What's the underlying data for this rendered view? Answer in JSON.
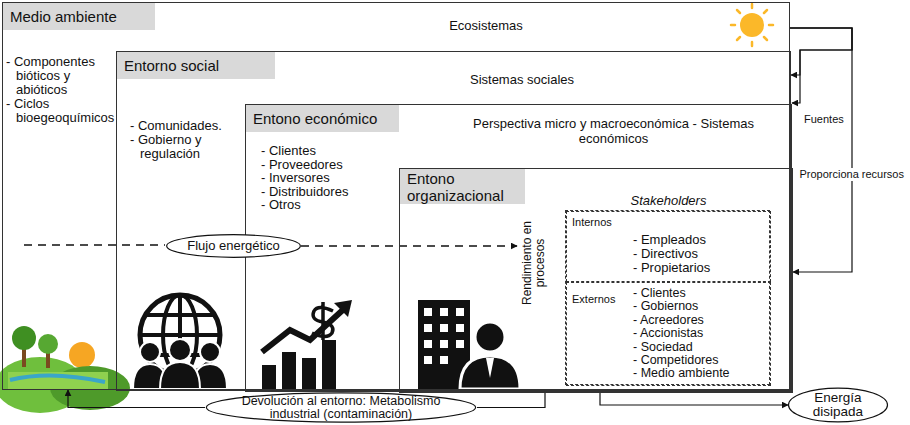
{
  "diagram": {
    "nodes": [
      {
        "text": [
          "Medio ambiente",
          "Ecosistemas",
          "- Componentes bióticos y abióticos",
          "- Ciclos bioegeoquímicos"
        ]
      },
      {
        "text": [
          "Entorno social",
          "Sistemas sociales",
          "- Comunidades.",
          "- Gobierno y regulación"
        ],
        "in": 0
      },
      {
        "text": [
          "Entono económico",
          "Perspectiva micro y macroeconómica - Sistemas económicos",
          "- Clientes",
          "- Proveedores",
          "- Inversores",
          "- Distribuidores",
          "- Otros"
        ],
        "in": 1
      },
      {
        "text": [
          "Entono organizacional",
          "Rendimiento en procesos"
        ],
        "in": 2
      },
      {
        "text": [
          "Stakeholders"
        ],
        "in": 3
      },
      {
        "text": [
          "Internos",
          "- Empleados",
          "- Directivos",
          "- Propietarios"
        ],
        "in": 4
      },
      {
        "text": [
          "Externos",
          "- Clientes",
          "- Gobiernos",
          "- Acreedores",
          "- Accionistas",
          "- Sociedad",
          "- Competidores",
          "- Medio ambiente"
        ],
        "in": 4
      },
      {
        "text": [
          "Flujo energético"
        ],
        "in": 0
      },
      {
        "text": [
          "Devolución al entorno: Metabolismo industrial (contaminación)"
        ]
      },
      {
        "text": [
          "Energía disipada"
        ]
      }
    ],
    "edges": [
      {
        "from": 7,
        "to": 3,
        "arrow": "to"
      },
      {
        "from": 3,
        "to": 8,
        "arrow": "none"
      },
      {
        "from": 8,
        "to": 0,
        "arrow": "to"
      },
      {
        "from": 3,
        "to": 9,
        "arrow": "to"
      },
      {
        "from": 0,
        "to": 1,
        "arrow": "to"
      },
      {
        "from": 0,
        "to": 2,
        "arrow": "to",
        "label": "Fuentes"
      },
      {
        "from": 0,
        "to": 3,
        "arrow": "to",
        "label": "Proporciona recursos"
      }
    ]
  }
}
